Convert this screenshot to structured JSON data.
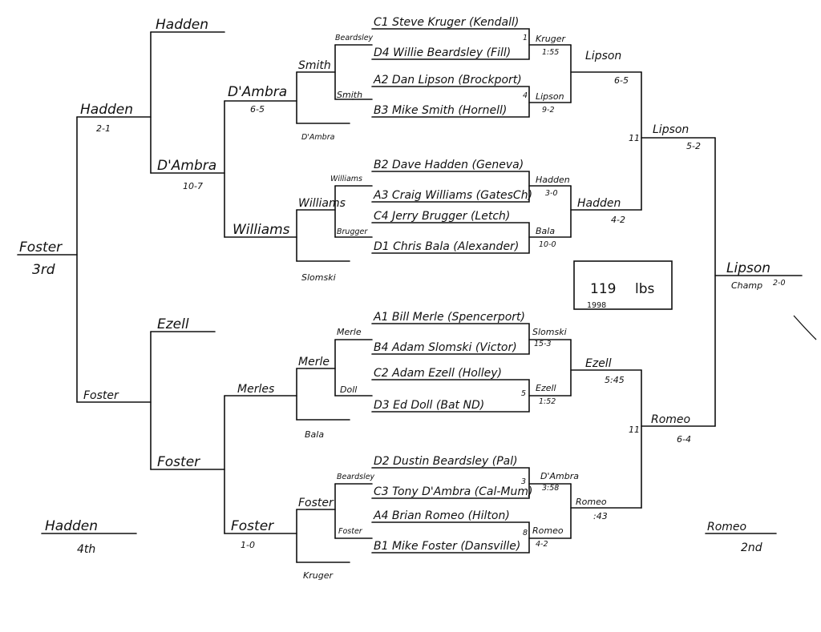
{
  "weight_box": {
    "weight": "119",
    "unit": "lbs",
    "year": "1998"
  },
  "seeds": [
    "C1 Steve Kruger (Kendall)",
    "D4 Willie Beardsley (Fill)",
    "A2 Dan Lipson (Brockport)",
    "B3 Mike Smith (Hornell)",
    "B2 Dave Hadden (Geneva)",
    "A3 Craig Williams (GatesCh)",
    "C4 Jerry Brugger (Letch)",
    "D1 Chris Bala (Alexander)",
    "A1 Bill Merle (Spencerport)",
    "B4 Adam Slomski (Victor)",
    "C2 Adam Ezell (Holley)",
    "D3 Ed Doll (Bat ND)",
    "D2 Dustin Beardsley (Pal)",
    "C3 Tony D'Ambra (Cal-Mum)",
    "A4 Brian Romeo (Hilton)",
    "B1 Mike Foster (Dansville)"
  ],
  "champ_side": {
    "r1": [
      {
        "name": "Kruger",
        "score": "1:55"
      },
      {
        "name": "Lipson",
        "score": "9-2"
      },
      {
        "name": "Hadden",
        "score": "3-0"
      },
      {
        "name": "Bala",
        "score": "10-0"
      }
    ],
    "semis": [
      {
        "name": "Lipson",
        "score": "6-5"
      },
      {
        "name": "Hadden",
        "score": "4-2"
      }
    ],
    "final": {
      "name": "Lipson",
      "score": "5-2"
    },
    "lower_r1": [
      {
        "name": "Slomski",
        "score": "15-3"
      },
      {
        "name": "Ezell",
        "score": "1:52"
      },
      {
        "name": "D'Ambra",
        "score": "3:58"
      },
      {
        "name": "Romeo",
        "score": "4-2"
      }
    ],
    "lower_semis": [
      {
        "name": "Ezell",
        "score": "5:45"
      },
      {
        "name": "Romeo",
        "score": ":43"
      }
    ],
    "lower_final": {
      "name": "Romeo",
      "score": "6-4"
    },
    "champion": {
      "name": "Lipson",
      "label": "Champ",
      "score": "2-0"
    },
    "second": {
      "name": "Romeo",
      "label": "2nd"
    }
  },
  "consolation": {
    "top": {
      "qual": [
        "Beardsley",
        "Smith",
        "Williams",
        "Brugger"
      ],
      "r1": [
        {
          "name": "Smith"
        },
        {
          "name": "Williams"
        }
      ],
      "losers": [
        "D'Ambra",
        "Slomski"
      ],
      "r2": [
        {
          "name": "D'Ambra",
          "score": "6-5"
        },
        {
          "name": "Williams"
        }
      ],
      "r3": [
        {
          "name": "Hadden"
        },
        {
          "name": "D'Ambra",
          "score": "10-7"
        }
      ],
      "r4": {
        "name": "Hadden",
        "score": "2-1"
      }
    },
    "bottom": {
      "qual": [
        "Merle",
        "Doll",
        "Beardsley",
        "Foster"
      ],
      "r1": [
        {
          "name": "Merle"
        },
        {
          "name": "Foster"
        }
      ],
      "losers": [
        "Bala",
        "Kruger"
      ],
      "r2": [
        {
          "name": "Merles"
        },
        {
          "name": "Foster",
          "score": "1-0"
        }
      ],
      "r3": [
        {
          "name": "Ezell"
        },
        {
          "name": "Foster"
        }
      ],
      "r4": {
        "name": "Foster"
      }
    },
    "third": {
      "name": "Foster",
      "label": "3rd"
    },
    "fourth": {
      "name": "Hadden",
      "label": "4th"
    }
  }
}
